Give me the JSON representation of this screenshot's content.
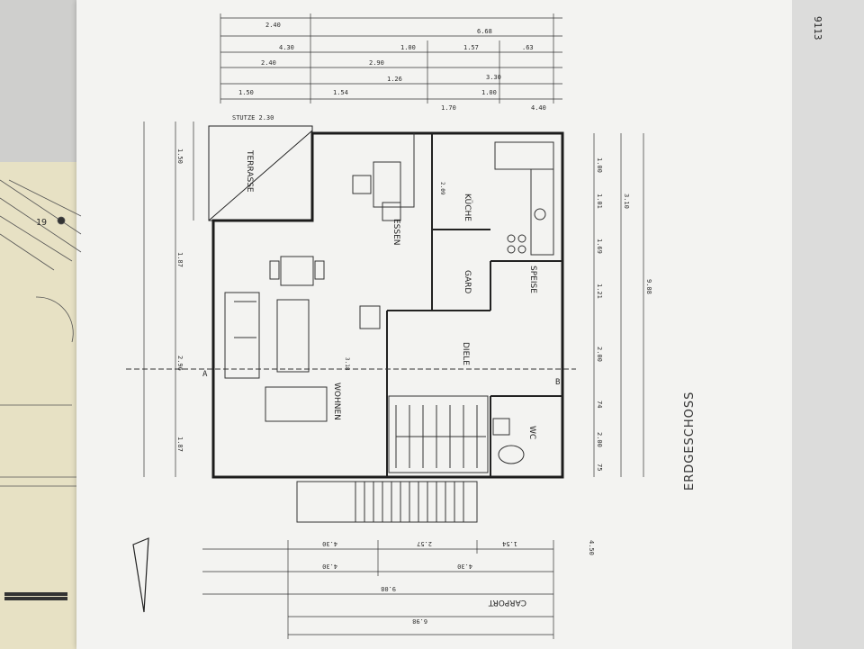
{
  "plan": {
    "title": "ERDGESCHOSS",
    "corner_code": "9113",
    "rooms": {
      "terrasse": "TERRASSE",
      "essen": "ESSEN",
      "kueche": "KÜCHE",
      "garderobe": "GARD",
      "speise": "SPEISE",
      "diele": "DIELE",
      "wohnen": "WOHNEN",
      "wc": "WC",
      "carport": "CARPORT"
    },
    "section_marks": {
      "a": "A",
      "b": "B"
    },
    "stuetze": "STUTZE 2.30",
    "top_dims": {
      "row1": [
        "2.40"
      ],
      "row2": [
        "4.30",
        "1.00",
        "1.57",
        ".63",
        "6.68"
      ],
      "row3": [
        "2.40",
        "2.90"
      ],
      "row4": [
        "1.50",
        "1.54",
        "1.26",
        "1.00",
        "1.70",
        "3.30",
        "4.40"
      ]
    },
    "right_dims": {
      "inner": [
        "1.00",
        "1.01",
        "1.69",
        "1.21",
        "2.00",
        "74",
        "2.00",
        "75"
      ],
      "outer": [
        "3.10",
        "9.08"
      ]
    },
    "left_dims": [
      "1.50",
      "1.87",
      "2.96",
      "1.87"
    ],
    "bottom_dims": {
      "row1": [
        "4.30",
        "2.57",
        "1.54"
      ],
      "row2": [
        "4.30",
        "4.30"
      ],
      "row3": [
        "9.08"
      ],
      "row4": [
        "6.98"
      ],
      "carport_width": "4.50"
    },
    "interior_dims": [
      "2.09",
      "3.18"
    ],
    "neighbor_mark": "19"
  }
}
